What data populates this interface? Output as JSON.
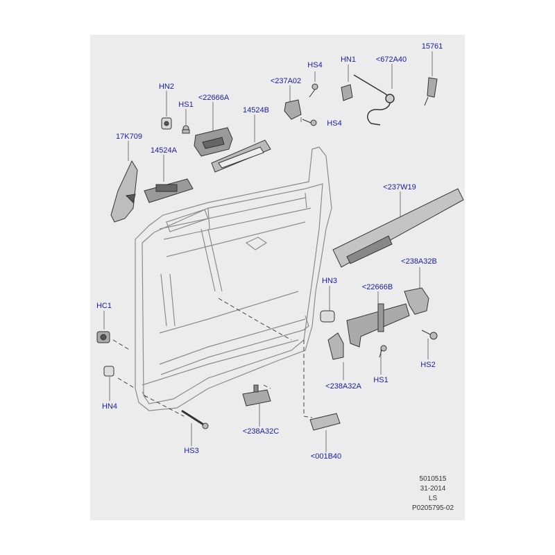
{
  "callouts": {
    "hn2": "HN2",
    "hs1_top": "HS1",
    "a22666": "<22666A",
    "b14524": "14524B",
    "k17709": "17K709",
    "a14524": "14524A",
    "a237": "<237A02",
    "hs4_top": "HS4",
    "hs4_mid": "HS4",
    "hn1": "HN1",
    "a672": "<672A40",
    "n15761": "15761",
    "w237": "<237W19",
    "b238": "<238A32B",
    "hn3": "HN3",
    "b22666": "<22666B",
    "hc1": "HC1",
    "hs2": "HS2",
    "a238": "<238A32A",
    "hs1_bot": "HS1",
    "hn4": "HN4",
    "hs3": "HS3",
    "c238": "<238A32C",
    "b001": "<001B40"
  },
  "reference": {
    "code": "5010515",
    "date": "31-2014",
    "initials": "LS",
    "drawing_no": "P0205795-02"
  },
  "colors": {
    "label": "#1a1aa8",
    "background_panel": "#ececec",
    "line": "#555555"
  }
}
